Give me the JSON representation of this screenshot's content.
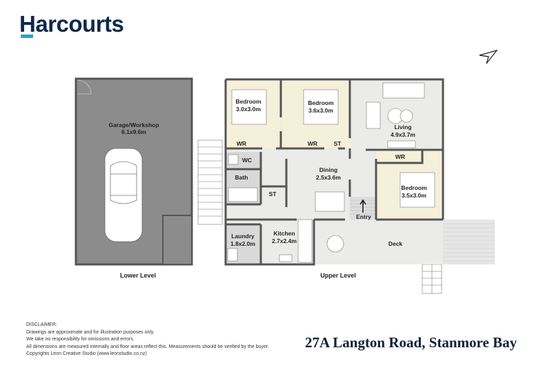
{
  "brand": {
    "name": "Harcourts",
    "primary_color": "#0f2a4a",
    "accent_color": "#1fa3dc"
  },
  "compass": {
    "icon": "north-arrow-icon"
  },
  "lower_level": {
    "label": "Lower Level",
    "rooms": [
      {
        "name": "Garage/Workshop",
        "size": "6.1x9.6m"
      }
    ]
  },
  "upper_level": {
    "label": "Upper Level",
    "rooms": [
      {
        "name": "Bedroom",
        "size": "3.0x3.0m"
      },
      {
        "name": "Bedroom",
        "size": "3.6x3.0m"
      },
      {
        "name": "Living",
        "size": "4.9x3.7m"
      },
      {
        "name": "Dining",
        "size": "2.5x3.6m"
      },
      {
        "name": "Bedroom",
        "size": "3.5x3.0m"
      },
      {
        "name": "Laundry",
        "size": "1.8x2.0m"
      },
      {
        "name": "Kitchen",
        "size": "2.7x2.4m"
      }
    ],
    "small_rooms": [
      "WR",
      "WR",
      "ST",
      "WC",
      "Bath",
      "ST",
      "WR",
      "Entry",
      "Deck"
    ]
  },
  "colors": {
    "bedroom": "#f4f0da",
    "common": "#ebebe9",
    "wet": "#d9d9d9",
    "garage": "#8c8c8c",
    "wall": "#555555"
  },
  "disclaimer": {
    "title": "DISCLAIMER:",
    "lines": [
      "Drawings are approximate and for illustration purposes only.",
      "We take no responsibility for omissions and errors.",
      "All dimensions are measured internally and floor areas reflect this. Measurements should be verified by the buyer.",
      "Copyrights Leon Creative Studio (www.leonstudio.co.nz)"
    ]
  },
  "address": "27A Langton Road, Stanmore Bay"
}
